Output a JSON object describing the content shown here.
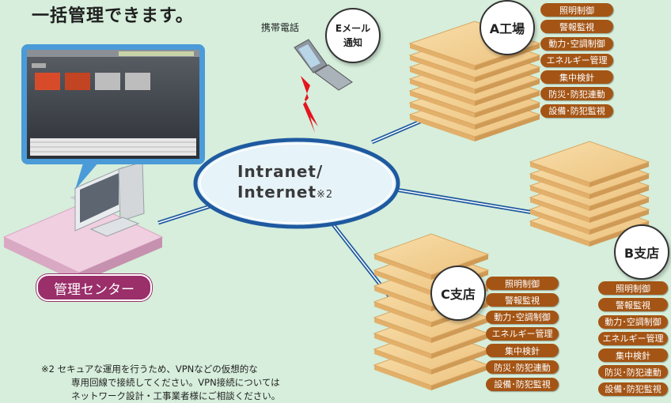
{
  "headline": "一括管理できます。",
  "management_center": {
    "label": "管理センター"
  },
  "phone": {
    "label": "携帯電話"
  },
  "email_notice": {
    "line1": "Eメール",
    "line2": "通知"
  },
  "network": {
    "line1": "Intranet/",
    "line2": "Internet",
    "note": "※2"
  },
  "sites": [
    {
      "name": "A工場",
      "services": [
        "照明制御",
        "警報監視",
        "動力･空調制御",
        "エネルギー管理",
        "集中検針",
        "防災･防犯連動",
        "設備･防犯監視"
      ]
    },
    {
      "name": "B支店",
      "services": [
        "照明制御",
        "警報監視",
        "動力･空調制御",
        "エネルギー管理",
        "集中検針",
        "防災･防犯連動",
        "設備･防犯監視"
      ]
    },
    {
      "name": "C支店",
      "services": [
        "照明制御",
        "警報監視",
        "動力･空調制御",
        "エネルギー管理",
        "集中検針",
        "防災･防犯連動",
        "設備･防犯監視"
      ]
    }
  ],
  "footnote": {
    "line1": "※2 セキュアな運用を行うため、VPNなどの仮想的な",
    "line2": "専用回線で接続してください。VPN接続については",
    "line3": "ネットワーク設計・工事業者様にご相談ください。"
  },
  "colors": {
    "background": "#d6eedb",
    "pill": "#a45515",
    "center_pill": "#9a2f6a",
    "network_line": "#1f5aa0",
    "building": "#f1cd8e"
  }
}
